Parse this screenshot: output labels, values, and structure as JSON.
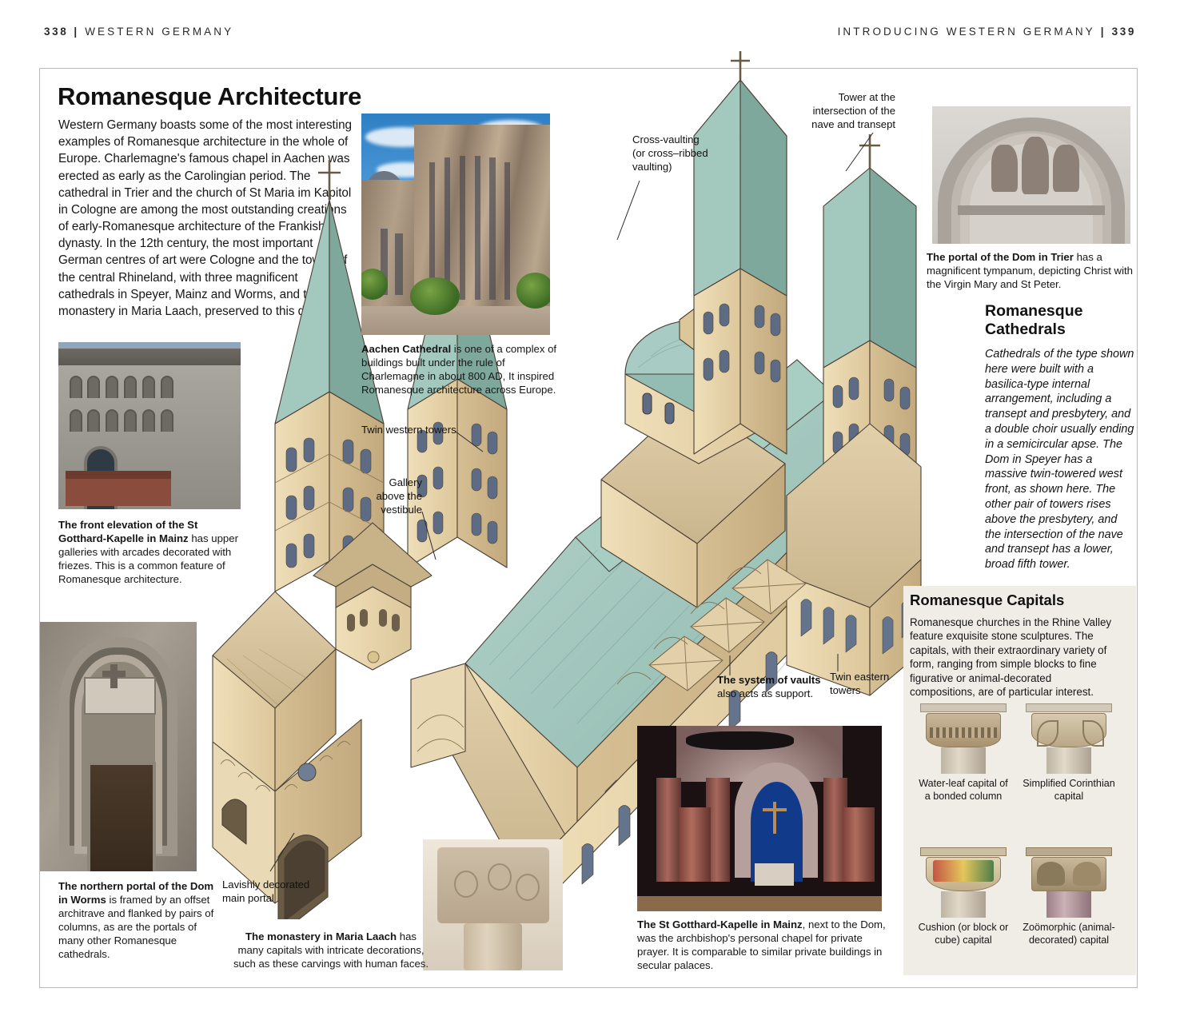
{
  "running_head": {
    "left_page_number": "338",
    "left_title": "WESTERN GERMANY",
    "right_title": "INTRODUCING WESTERN GERMANY",
    "right_page_number": "339",
    "separator": "|"
  },
  "headline": "Romanesque Architecture",
  "intro": "Western Germany boasts some of the most interesting examples of Romanesque architecture in the whole of Europe. Charlemagne's famous chapel in Aachen was erected as early as the Carolingian period. The cathedral in Trier and the church of St Maria im Kapitol in Cologne are among the most outstanding creations of early-Romanesque architecture of the Frankish dynasty. In the 12th century, the most important German centres of art were Cologne and the towns of the central Rhineland, with three magnificent cathedrals in Speyer, Mainz and Worms, and the monastery in Maria Laach, preserved to this day.",
  "photos": {
    "aachen": {
      "name": "Aachen Cathedral photograph",
      "caption_bold": "Aachen Cathedral",
      "caption_rest": " is one of a complex of buildings built under the rule of Charlemagne in about 800 AD, It inspired Romanesque architecture across Europe."
    },
    "mainz_front": {
      "name": "St Gotthard-Kapelle front elevation photograph",
      "caption_bold": "The front elevation of the St Gotthard-Kapelle in Mainz",
      "caption_rest": " has upper galleries with arcades decorated with friezes. This is a common feature of Romanesque architecture."
    },
    "worms": {
      "name": "Dom in Worms northern portal photograph",
      "caption_bold": "The northern portal of the Dom in Worms",
      "caption_rest": " is framed by an offset architrave and flanked by pairs of columns, as are the portals of many other Romanesque cathedrals."
    },
    "maria_laach": {
      "name": "Maria Laach capital photograph",
      "caption_bold": "The monastery in Maria Laach",
      "caption_rest": " has many capitals with intricate decorations, such as these carvings with human faces."
    },
    "mainz_interior": {
      "name": "St Gotthard-Kapelle interior photograph",
      "caption_bold": "The St Gotthard-Kapelle in Mainz",
      "caption_rest": ", next to the Dom, was the archbishop's personal chapel for private prayer. It is comparable to similar private buildings in secular palaces."
    },
    "trier": {
      "name": "Dom in Trier portal photograph",
      "caption_bold": "The portal of the Dom in Trier",
      "caption_rest": " has a magnificent tympanum, depicting Christ with the Virgin Mary and St Peter."
    }
  },
  "right_column": {
    "title": "Romanesque Cathedrals",
    "body": "Cathedrals of the type shown here were built with a basilica-type internal arrangement, including a transept and presbytery, and a double choir usually ending in a semicircular apse. The Dom in Speyer has a massive twin-towered west front, as shown here. The other pair of towers rises above the presbytery, and the intersection of the nave and transept has a lower, broad fifth tower."
  },
  "capitals_panel": {
    "title": "Romanesque Capitals",
    "body": "Romanesque churches in the Rhine Valley feature exquisite stone sculptures. The capitals, with their extraordinary variety of form, ranging from simple blocks to fine figurative or animal-decorated compositions, are of particular interest.",
    "figures": [
      {
        "label": "Water-leaf capital of a bonded column"
      },
      {
        "label": "Simplified Corinthian capital"
      },
      {
        "label": "Cushion (or block or cube) capital"
      },
      {
        "label": "Zoömorphic (animal-decorated) capital"
      }
    ]
  },
  "illustration": {
    "name": "Speyer Cathedral cutaway illustration",
    "annotations": {
      "cross_vaulting": "Cross-vaulting (or cross–ribbed vaulting)",
      "crossing_tower": "Tower at the intersection of the nave and transept",
      "twin_western_towers": "Twin western towers",
      "gallery": "Gallery above the vestibule",
      "main_portal": "Lavishly decorated main portal",
      "vaults_bold": "The system of vaults",
      "vaults_rest": "also acts as support.",
      "twin_eastern_towers": "Twin eastern towers"
    }
  },
  "colors": {
    "roof_copper": "#9ec5bb",
    "stone": "#e7d3a8",
    "panel_bg": "#f0ece6",
    "rule": "#b9b9b9"
  }
}
